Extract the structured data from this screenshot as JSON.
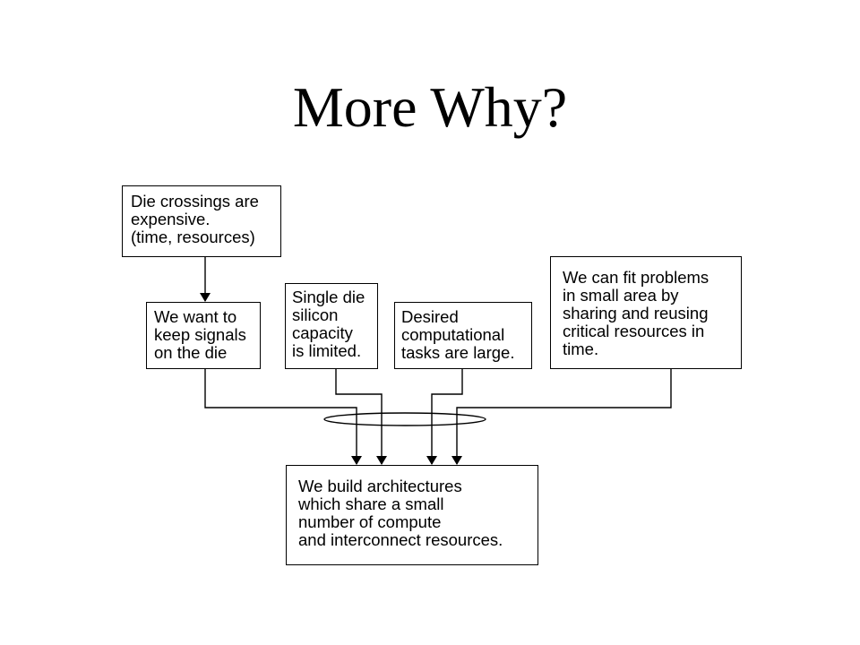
{
  "title": "More Why?",
  "boxes": {
    "die_crossings": {
      "lines": [
        "Die crossings are",
        "expensive.",
        "(time, resources)"
      ]
    },
    "keep_signals": {
      "lines": [
        "We want to",
        "keep signals",
        "on the die"
      ]
    },
    "single_die": {
      "lines": [
        "Single die",
        "silicon",
        "capacity",
        "is limited."
      ]
    },
    "desired_tasks": {
      "lines": [
        "Desired",
        "computational",
        "tasks are large."
      ]
    },
    "fit_problems": {
      "lines": [
        "We can fit problems",
        "in small area by",
        "sharing and reusing",
        "critical resources in",
        "time."
      ]
    },
    "build_architectures": {
      "lines": [
        "We build architectures",
        "which share a small",
        "number of compute",
        "and interconnect resources."
      ]
    }
  },
  "colors": {
    "stroke": "#000000",
    "background": "#ffffff"
  }
}
